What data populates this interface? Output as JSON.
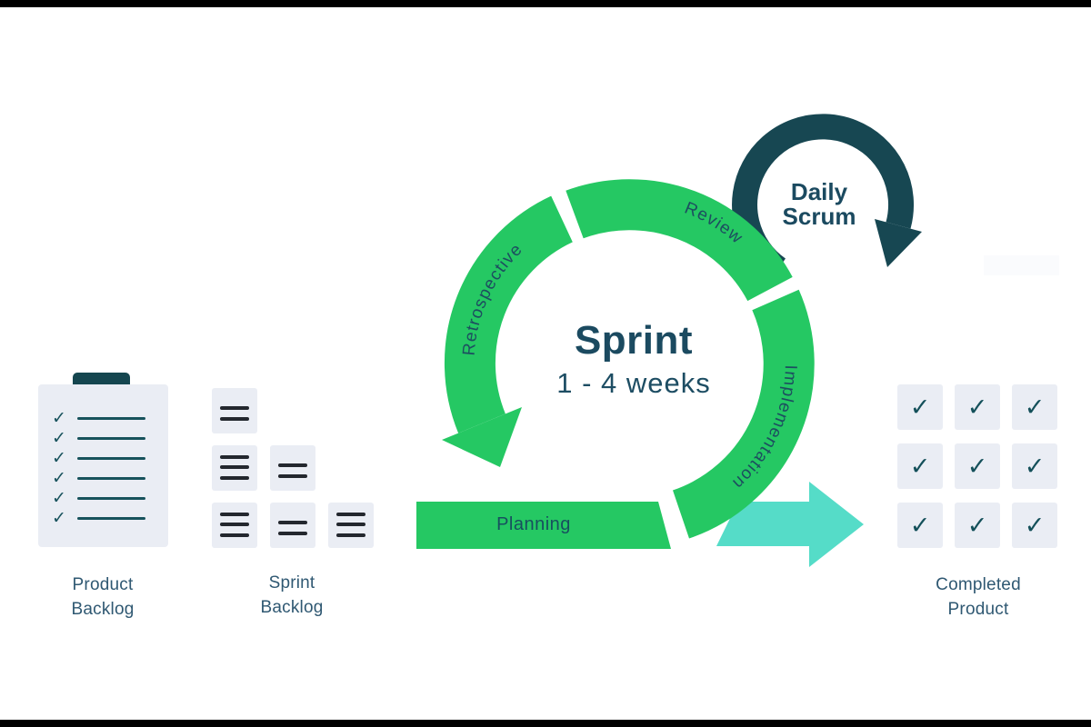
{
  "diagram": {
    "title": "Sprint",
    "subtitle": "1 - 4 weeks",
    "stages": {
      "planning": "Planning",
      "implementation": "Implementation",
      "review": "Review",
      "retrospective": "Retrospective"
    },
    "daily_scrum": {
      "line1": "Daily",
      "line2": "Scrum"
    }
  },
  "artifacts": {
    "product_backlog": {
      "label": {
        "line1": "Product",
        "line2": "Backlog"
      },
      "rows": 6
    },
    "sprint_backlog": {
      "label": {
        "line1": "Sprint",
        "line2": "Backlog"
      },
      "cards": [
        2,
        3,
        2,
        3,
        2,
        3
      ]
    },
    "completed_product": {
      "label": {
        "line1": "Completed",
        "line2": "Product"
      },
      "rows": 3,
      "cols": 3
    }
  },
  "icons": {
    "check": "✓"
  },
  "colors": {
    "green": "#25C863",
    "dark_teal_ring": "#174752",
    "teal_arrow": "#55DCC8",
    "heading_text": "#1B4A60",
    "caption_text": "#2F5872",
    "curved_label_text": "#1D4E60",
    "card_bg": "#EAEDF4",
    "card_line": "#23272E",
    "check_color": "#14505A",
    "letterbox": "#000000"
  }
}
